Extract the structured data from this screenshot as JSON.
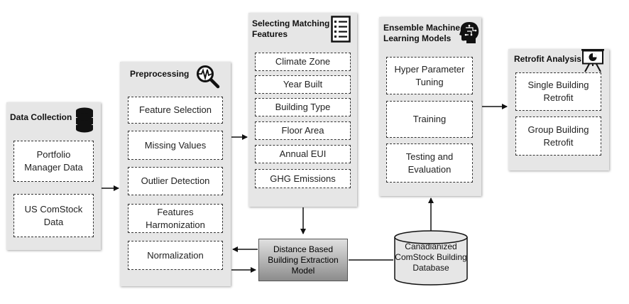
{
  "data_collection": {
    "title": "Data Collection",
    "icon": "database-icon",
    "items": [
      "Portfolio\nManager Data",
      "US ComStock\nData"
    ]
  },
  "preprocessing": {
    "title": "Preprocessing",
    "icon": "magnifier-waveform-icon",
    "items": [
      "Feature Selection",
      "Missing Values",
      "Outlier Detection",
      "Features\nHarmonization",
      "Normalization"
    ]
  },
  "matching": {
    "title": "Selecting Matching\nFeatures",
    "icon": "checklist-icon",
    "items": [
      "Climate Zone",
      "Year Built",
      "Building Type",
      "Floor Area",
      "Annual EUI",
      "GHG Emissions"
    ]
  },
  "ensemble": {
    "title": "Ensemble Machine\nLearning Models",
    "icon": "brain-head-icon",
    "items": [
      "Hyper Parameter\nTuning",
      "Training",
      "Testing and\nEvaluation"
    ]
  },
  "retrofit": {
    "title": "Retrofit Analysis",
    "icon": "presentation-chart-icon",
    "items": [
      "Single Building\nRetrofit",
      "Group Building\nRetrofit"
    ]
  },
  "extraction_model": {
    "label": "Distance Based\nBuilding Extraction\nModel"
  },
  "database": {
    "label": "Canadianized\nComStock Building\nDatabase"
  },
  "colors": {
    "panel": "#e6e6e6",
    "line": "#111111"
  }
}
